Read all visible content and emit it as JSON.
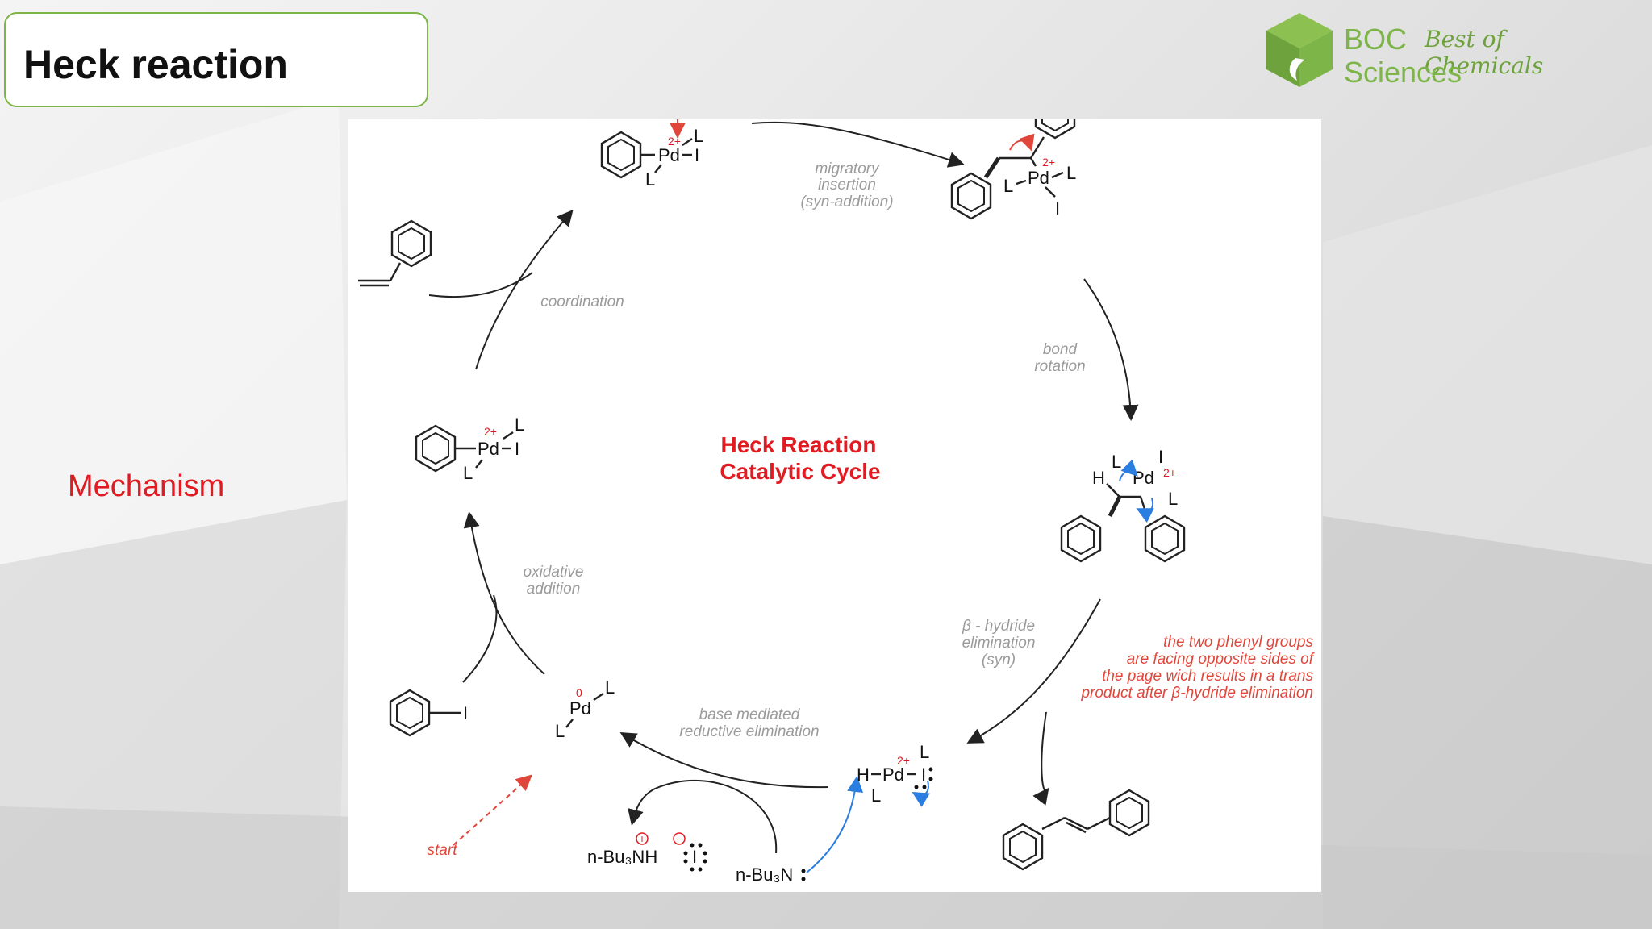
{
  "slide": {
    "title": "Heck reaction",
    "side_label": "Mechanism"
  },
  "logo": {
    "brand": "BOC",
    "tagline": "Best of Chemicals",
    "sub": "Sciences",
    "color": "#7db548"
  },
  "diagram": {
    "center_title_1": "Heck Reaction",
    "center_title_2": "Catalytic Cycle",
    "steps": {
      "migratory_1": "migratory",
      "migratory_2": "insertion",
      "migratory_3": "(syn-addition)",
      "rotation_1": "bond",
      "rotation_2": "rotation",
      "beta_1": "β - hydride",
      "beta_2": "elimination",
      "beta_3": "(syn)",
      "base_1": "base mediated",
      "base_2": "reductive elimination",
      "oxidative_1": "oxidative",
      "oxidative_2": "addition",
      "coordination": "coordination"
    },
    "note": [
      "the two phenyl groups",
      "are facing opposite sides of",
      "the page wich results in a  trans",
      "product after β-hydride elimination"
    ],
    "start": "start",
    "atoms": {
      "pd": "Pd",
      "l": "L",
      "i": "I",
      "h": "H",
      "charge": "2+",
      "zero": "0",
      "ammonium": "n-Bu₃NH",
      "amine": "n-Bu₃N",
      "plus": "+",
      "minus": "−"
    },
    "accent_red": "#e11b22",
    "arrow_blue": "#2a7de1"
  }
}
